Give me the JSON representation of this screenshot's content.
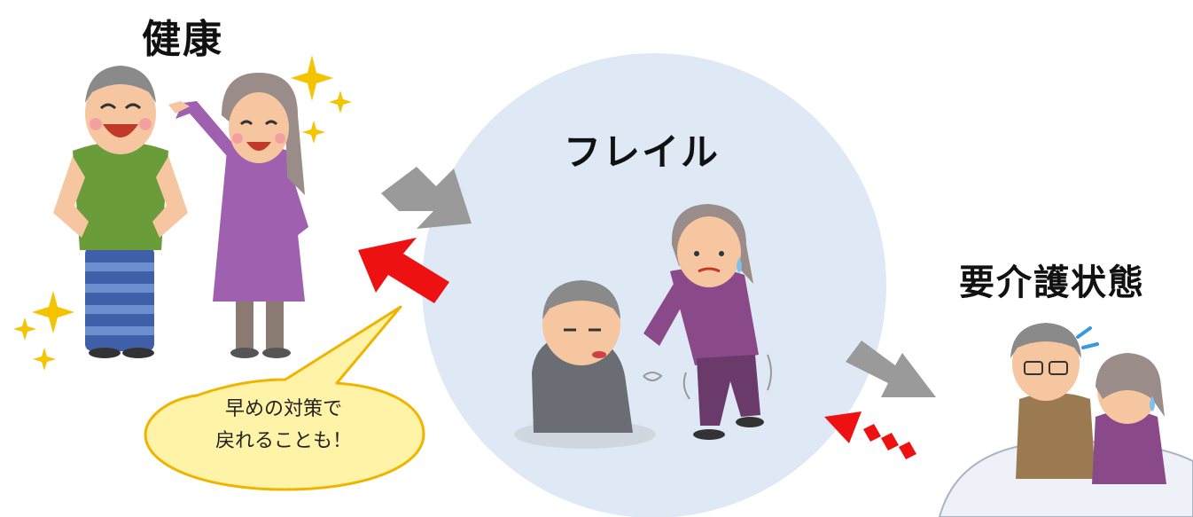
{
  "labels": {
    "healthy": "健康",
    "frail": "フレイル",
    "care": "要介護状態"
  },
  "bubble": {
    "line1": "早めの対策で",
    "line2": "戻れることも！"
  },
  "colors": {
    "circle": "#dfe9f5",
    "arrow_gray": "#9a9a9a",
    "arrow_red": "#ee1111",
    "bubble_fill": "#fff3a8",
    "bubble_stroke": "#f0b400"
  }
}
